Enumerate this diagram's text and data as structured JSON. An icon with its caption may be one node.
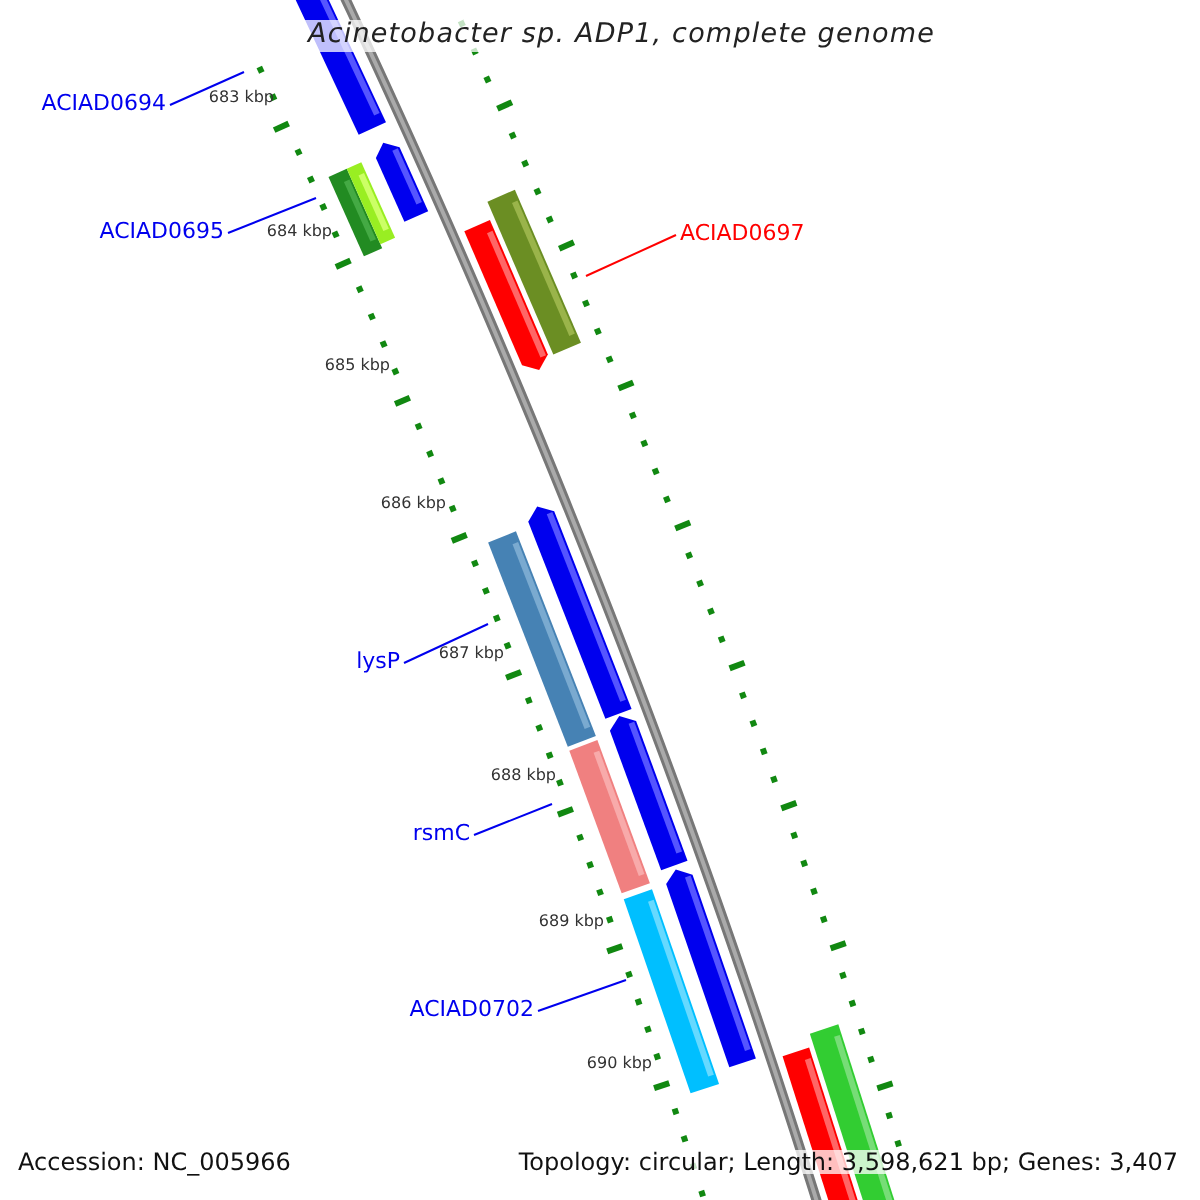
{
  "diagram": {
    "title": "Acinetobacter sp. ADP1, complete genome",
    "nodes": [
      {
        "text": [
          "ACIAD0694"
        ]
      },
      {
        "text": [
          "ACIAD0695"
        ]
      },
      {
        "text": [
          "ACIAD0697"
        ]
      },
      {
        "text": [
          "lysP"
        ]
      },
      {
        "text": [
          "rsmC"
        ]
      },
      {
        "text": [
          "ACIAD0702"
        ]
      }
    ],
    "edges": [
      {
        "from": 0,
        "to": null,
        "arrow": "none"
      },
      {
        "from": 1,
        "to": null,
        "arrow": "none"
      },
      {
        "from": 2,
        "to": null,
        "arrow": "none",
        "color": "#ff0000"
      },
      {
        "from": 3,
        "to": null,
        "arrow": "none"
      },
      {
        "from": 4,
        "to": null,
        "arrow": "none"
      },
      {
        "from": 5,
        "to": null,
        "arrow": "none"
      }
    ],
    "labels": [
      "683 kbp",
      "684 kbp",
      "685 kbp",
      "686 kbp",
      "687 kbp",
      "688 kbp",
      "689 kbp",
      "690 kbp",
      "Accession: NC_005966",
      "Topology: circular; Length: 3,598,621 bp; Genes: 3,407"
    ]
  }
}
